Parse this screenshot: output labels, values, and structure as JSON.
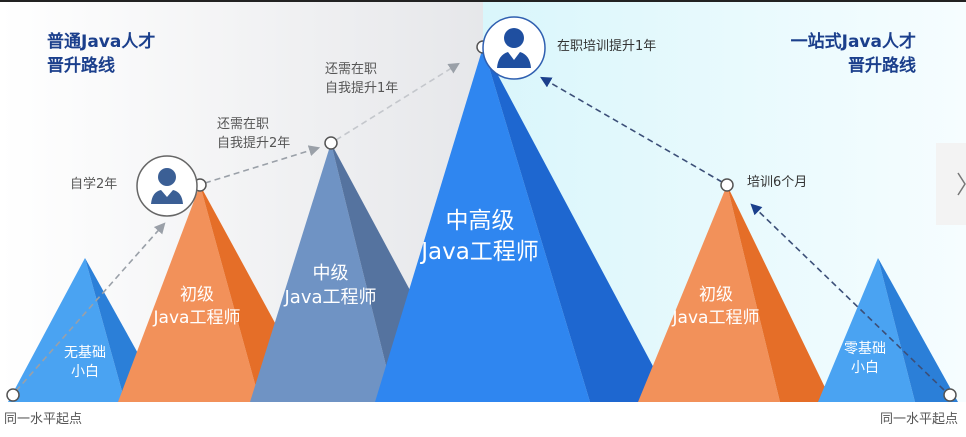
{
  "left_path": {
    "title_line1": "普通Java人才",
    "title_line2": "晋升路线",
    "steps": [
      {
        "label": "自学2年"
      },
      {
        "label_line1": "还需在职",
        "label_line2": "自我提升2年"
      },
      {
        "label_line1": "还需在职",
        "label_line2": "自我提升1年"
      }
    ],
    "start_label": "同一水平起点"
  },
  "right_path": {
    "title_line1": "一站式Java人才",
    "title_line2": "晋升路线",
    "steps": [
      {
        "label": "培训6个月"
      },
      {
        "label": "在职培训提升1年"
      }
    ],
    "start_label": "同一水平起点"
  },
  "mountains": {
    "beginner_left": {
      "line1": "无基础",
      "line2": "小白"
    },
    "junior_left": {
      "line1": "初级",
      "line2": "Java工程师"
    },
    "middle": {
      "line1": "中级",
      "line2": "Java工程师"
    },
    "senior": {
      "line1": "中高级",
      "line2": "Java工程师"
    },
    "junior_right": {
      "line1": "初级",
      "line2": "Java工程师"
    },
    "beginner_right": {
      "line1": "零基础",
      "line2": "小白"
    }
  },
  "colors": {
    "title": "#1b3f8c",
    "blue": "#2f86f0",
    "orange": "#f08a4f",
    "slate": "#6b8fbf"
  }
}
